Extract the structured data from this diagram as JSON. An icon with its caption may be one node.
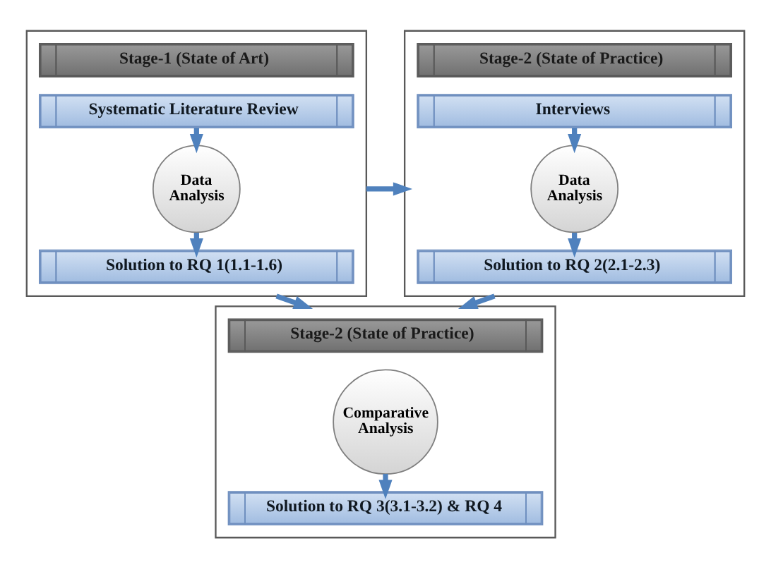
{
  "diagram": {
    "nodes": [
      {
        "text": [],
        "shape": "box"
      },
      {
        "text": [
          "Stage-1 (State of Art)"
        ],
        "in": 0
      },
      {
        "text": [
          "Systematic Literature Review"
        ],
        "in": 0
      },
      {
        "text": [
          "Data Analysis"
        ],
        "in": 0
      },
      {
        "text": [
          "Solution to RQ 1(1.1-1.6)"
        ],
        "in": 0
      },
      {
        "text": [],
        "shape": "box"
      },
      {
        "text": [
          "Stage-2 (State of Practice)"
        ],
        "in": 5
      },
      {
        "text": [
          "Interviews"
        ],
        "in": 5
      },
      {
        "text": [
          "Data Analysis"
        ],
        "in": 5
      },
      {
        "text": [
          "Solution to RQ 2(2.1-2.3)"
        ],
        "in": 5
      },
      {
        "text": [],
        "shape": "box"
      },
      {
        "text": [
          "Stage-2 (State of Practice)"
        ],
        "in": 10
      },
      {
        "text": [
          "Comparative Analysis"
        ],
        "in": 10
      },
      {
        "text": [
          "Solution to RQ 3(3.1-3.2) & RQ 4"
        ],
        "in": 10
      }
    ],
    "edges": [
      {
        "from": 2,
        "to": 3,
        "arrow": "to"
      },
      {
        "from": 3,
        "to": 4,
        "arrow": "to"
      },
      {
        "from": 0,
        "to": 5,
        "arrow": "to"
      },
      {
        "from": 7,
        "to": 8,
        "arrow": "to"
      },
      {
        "from": 8,
        "to": 9,
        "arrow": "to"
      },
      {
        "from": 0,
        "to": 10,
        "arrow": "to"
      },
      {
        "from": 5,
        "to": 10,
        "arrow": "to"
      },
      {
        "from": 12,
        "to": 13,
        "arrow": "to"
      }
    ]
  }
}
